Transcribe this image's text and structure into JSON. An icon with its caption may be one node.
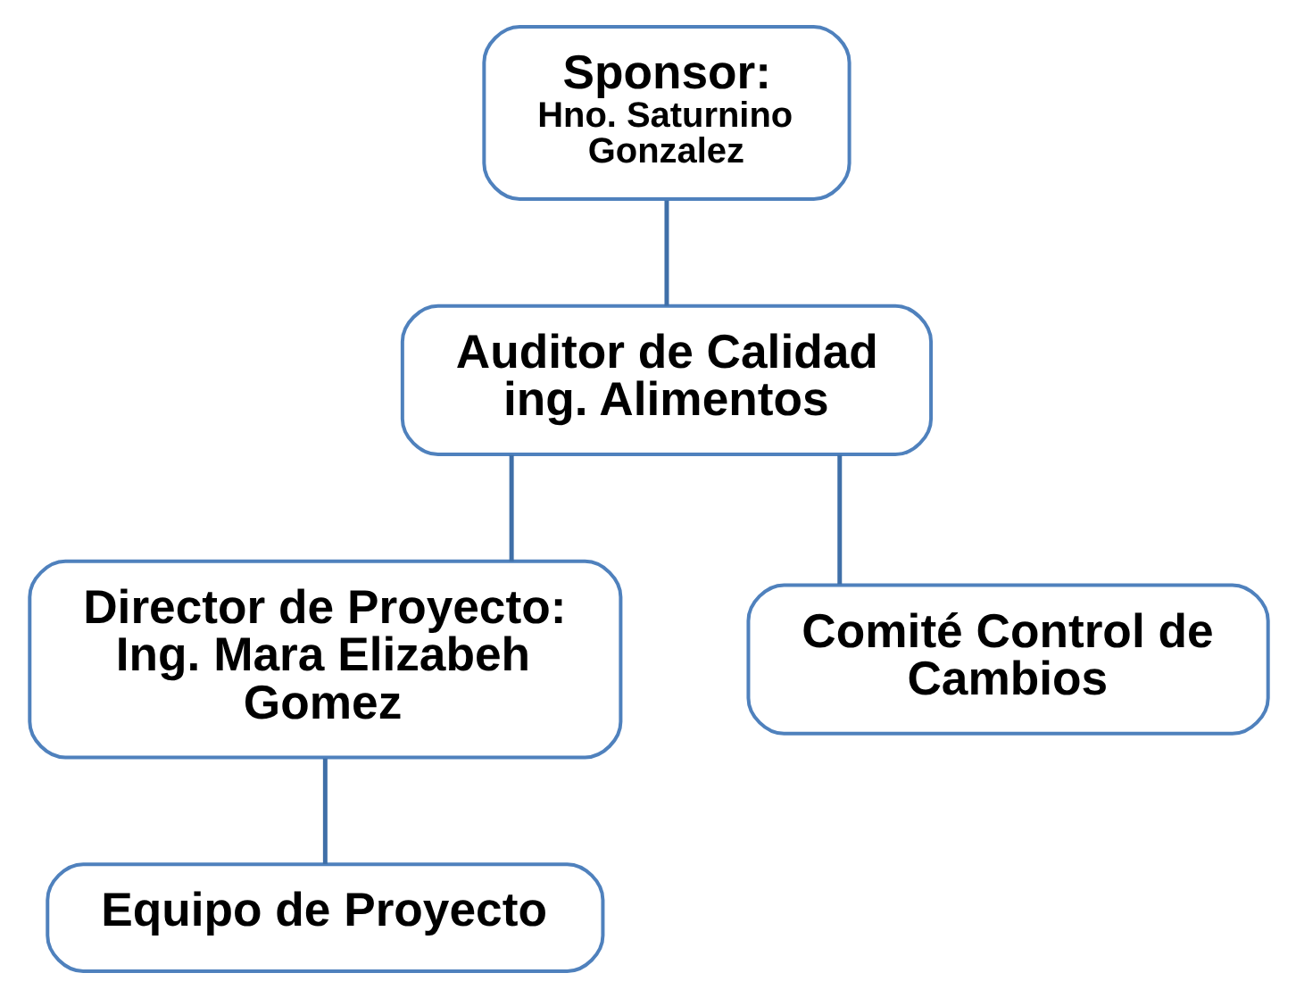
{
  "diagram": {
    "nodes": [
      {
        "text": [
          "Sponsor:",
          "Hno. Saturnino Gonzalez"
        ]
      },
      {
        "text": [
          "Auditor de Calidad ing. Alimentos"
        ]
      },
      {
        "text": [
          "Director de Proyecto:",
          "Ing. Mara Elizabeh Gomez"
        ]
      },
      {
        "text": [
          "Comité Control de Cambios"
        ]
      },
      {
        "text": [
          "Equipo de Proyecto"
        ]
      }
    ],
    "edges": [
      {
        "from": 0,
        "to": 1,
        "arrow": "none"
      },
      {
        "from": 1,
        "to": 2,
        "arrow": "none"
      },
      {
        "from": 1,
        "to": 3,
        "arrow": "none"
      },
      {
        "from": 2,
        "to": 4,
        "arrow": "none"
      }
    ]
  }
}
